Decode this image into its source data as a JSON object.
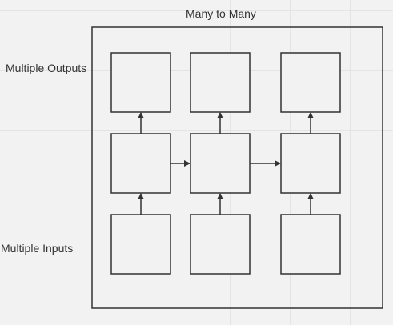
{
  "diagram": {
    "title": "Many to Many",
    "outputs_label": "Multiple Outputs",
    "inputs_label": "Multiple Inputs",
    "colors": {
      "background": "#f2f2f2",
      "grid": "#e4e4e4",
      "stroke": "#333333",
      "box_fill": "#f2f2f2"
    }
  }
}
